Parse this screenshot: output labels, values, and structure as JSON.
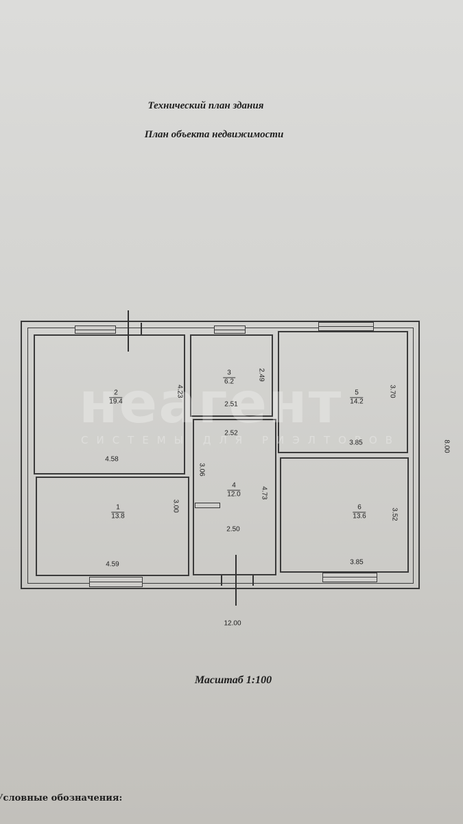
{
  "header": {
    "title": "Технический план здания",
    "subtitle": "План объекта недвижимости"
  },
  "rooms": [
    {
      "number": "1",
      "area": "13.8",
      "width": "4.59",
      "height": "3.00"
    },
    {
      "number": "2",
      "area": "19.4",
      "width": "4.58",
      "height": "4.23"
    },
    {
      "number": "3",
      "area": "6.2",
      "width": "2.51",
      "height": "2.49"
    },
    {
      "number": "4",
      "area": "12.0",
      "width_top": "2.52",
      "width": "2.50",
      "height": "4.73",
      "height_left": "3.06"
    },
    {
      "number": "5",
      "area": "14.2",
      "width": "3.85",
      "height": "3.70"
    },
    {
      "number": "6",
      "area": "13.6",
      "width": "3.85",
      "height": "3.52"
    }
  ],
  "overall": {
    "width": "12.00",
    "height": "8.00"
  },
  "scale": "Масштаб 1:100",
  "legend_heading": "Условные обозначения:",
  "watermark": {
    "brand": "неагент",
    "tagline": "системы для риэлторов"
  }
}
